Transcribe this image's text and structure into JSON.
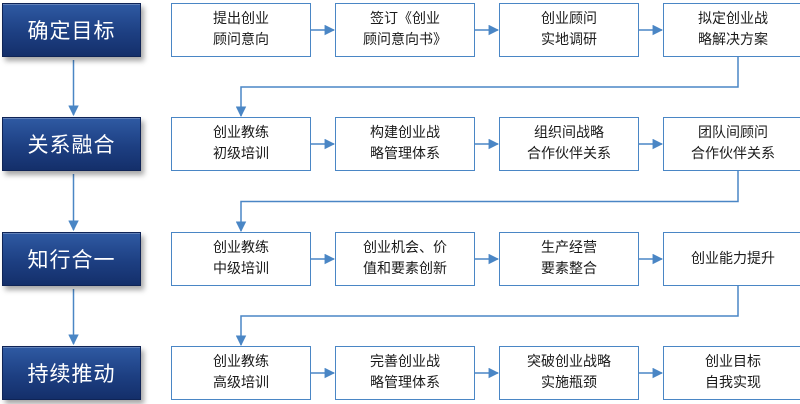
{
  "diagram": {
    "stages": [
      {
        "label": "确定目标",
        "steps": [
          {
            "lines": [
              "提出创业",
              "顾问意向"
            ]
          },
          {
            "lines": [
              "签订《创业",
              "顾问意向书》"
            ]
          },
          {
            "lines": [
              "创业顾问",
              "实地调研"
            ]
          },
          {
            "lines": [
              "拟定创业战",
              "略解决方案"
            ]
          }
        ]
      },
      {
        "label": "关系融合",
        "steps": [
          {
            "lines": [
              "创业教练",
              "初级培训"
            ]
          },
          {
            "lines": [
              "构建创业战",
              "略管理体系"
            ]
          },
          {
            "lines": [
              "组织间战略",
              "合作伙伴关系"
            ]
          },
          {
            "lines": [
              "团队间顾问",
              "合作伙伴关系"
            ]
          }
        ]
      },
      {
        "label": "知行合一",
        "steps": [
          {
            "lines": [
              "创业教练",
              "中级培训"
            ]
          },
          {
            "lines": [
              "创业机会、价",
              "值和要素创新"
            ]
          },
          {
            "lines": [
              "生产经营",
              "要素整合"
            ]
          },
          {
            "lines": [
              "创业能力提升"
            ]
          }
        ]
      },
      {
        "label": "持续推动",
        "steps": [
          {
            "lines": [
              "创业教练",
              "高级培训"
            ]
          },
          {
            "lines": [
              "完善创业战",
              "略管理体系"
            ]
          },
          {
            "lines": [
              "突破创业战略",
              "实施瓶颈"
            ]
          },
          {
            "lines": [
              "创业目标",
              "自我实现"
            ]
          }
        ]
      }
    ],
    "colors": {
      "stage_fill": "#1d3f82",
      "step_border": "#4a86c5",
      "connector": "#4a86c5"
    }
  }
}
